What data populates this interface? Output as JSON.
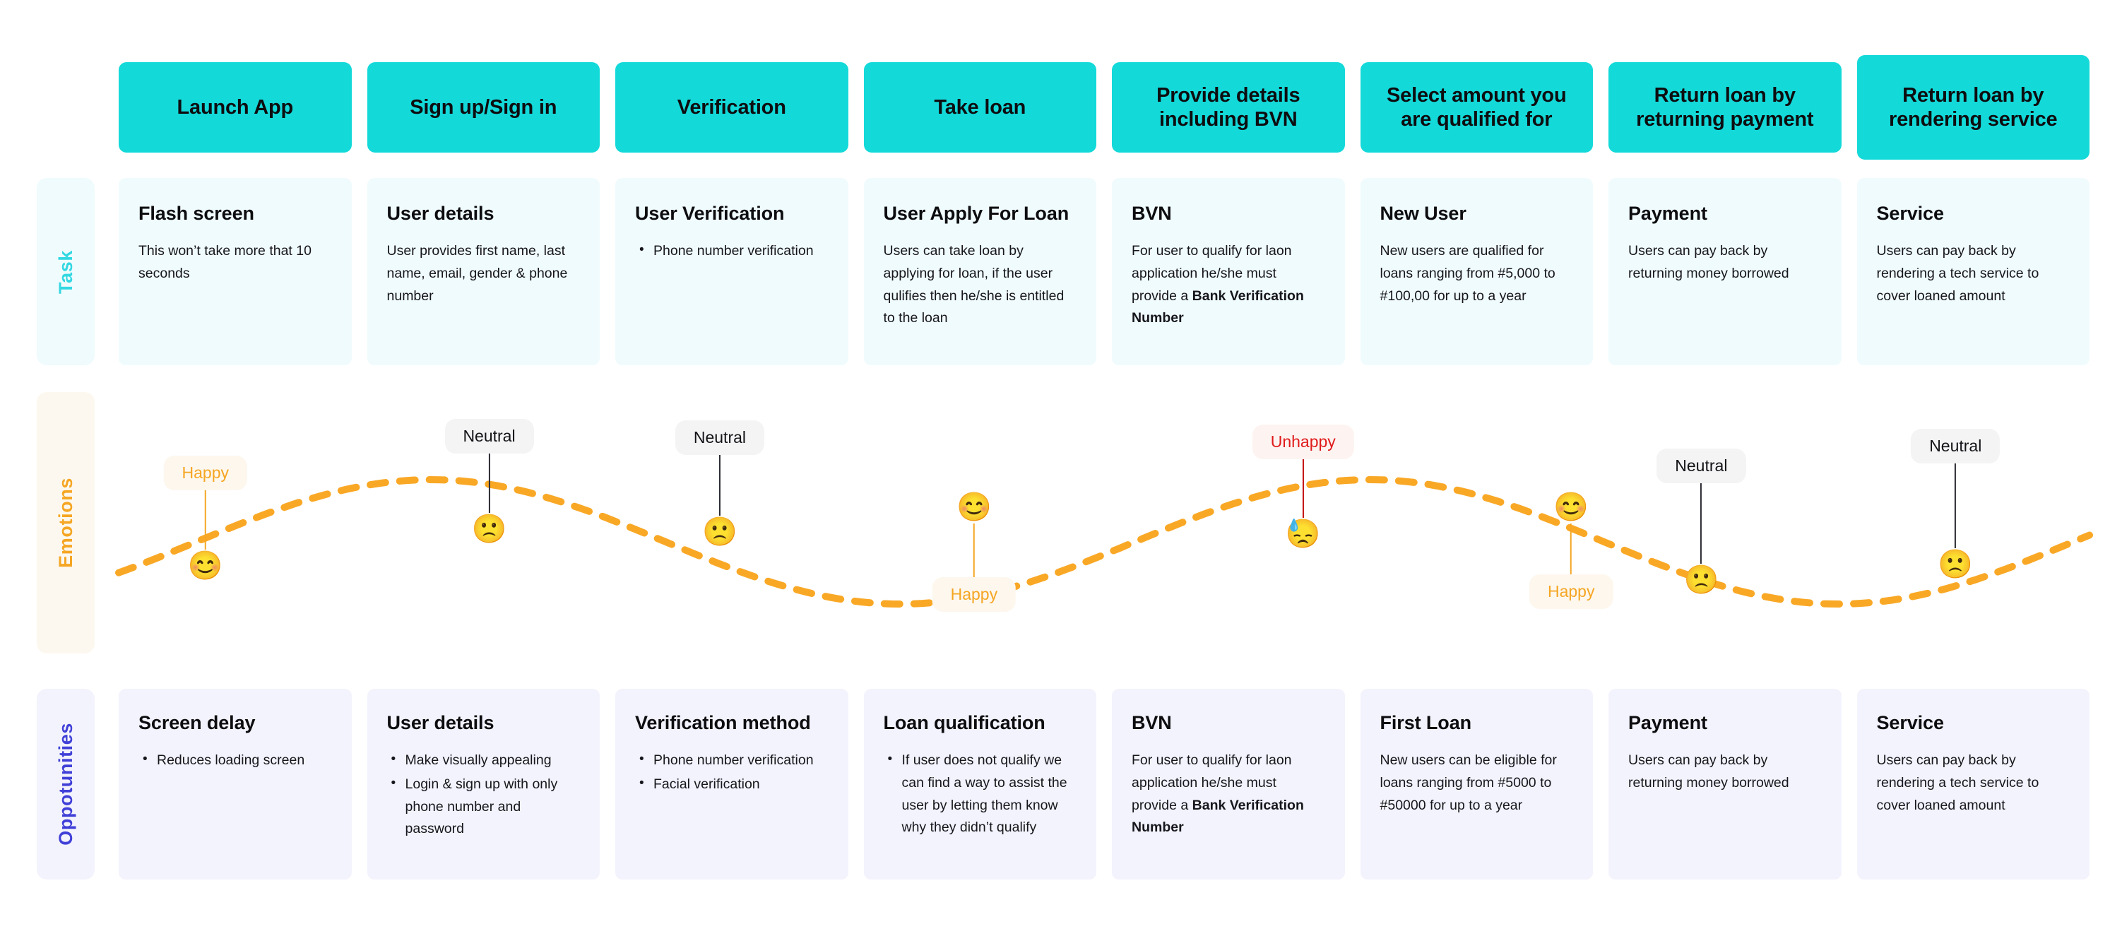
{
  "rail": {
    "task_label": "Task",
    "emotions_label": "Emotions",
    "opportunities_label": "Oppotunities",
    "task_color": "#32d8e2",
    "emotions_color": "#f5a623",
    "opportunities_color": "#4040d8"
  },
  "stages": [
    {
      "label": "Launch App"
    },
    {
      "label": "Sign up/Sign in"
    },
    {
      "label": "Verification"
    },
    {
      "label": "Take loan"
    },
    {
      "label": "Provide details including BVN"
    },
    {
      "label": "Select amount you are qualified for"
    },
    {
      "label": "Return loan by returning payment"
    },
    {
      "label": "Return loan by rendering service"
    }
  ],
  "tasks": [
    {
      "title": "Flash screen",
      "body": "This won’t take more that 10 seconds",
      "bullets": []
    },
    {
      "title": "User details",
      "body": "User provides first name, last name, email, gender & phone number",
      "bullets": []
    },
    {
      "title": "User Verification",
      "body": "",
      "bullets": [
        "Phone number verification"
      ]
    },
    {
      "title": "User Apply For Loan",
      "body": "Users can take loan by applying for loan, if the user qulifies then he/she is entitled to the loan",
      "bullets": []
    },
    {
      "title": "BVN",
      "body_prefix": "For user to qualify for laon application he/she must provide a ",
      "body_bold": "Bank Verification Number",
      "body": "",
      "bullets": []
    },
    {
      "title": "New User",
      "body": "New users are qualified for loans ranging from #5,000 to #100,00 for up to a year",
      "bullets": []
    },
    {
      "title": "Payment",
      "body": "Users can pay back by returning money borrowed",
      "bullets": []
    },
    {
      "title": "Service",
      "body": "Users can pay back by rendering a tech service to cover loaned amount",
      "bullets": []
    }
  ],
  "opportunities": [
    {
      "title": "Screen delay",
      "body": "",
      "bullets": [
        "Reduces loading screen"
      ]
    },
    {
      "title": "User details",
      "body": "",
      "bullets": [
        "Make visually appealing",
        "Login & sign up with only phone number and password"
      ]
    },
    {
      "title": "Verification method",
      "body": "",
      "bullets": [
        "Phone number verification",
        "Facial verification"
      ]
    },
    {
      "title": "Loan qualification",
      "body": "",
      "bullets": [
        "If user does not qualify we can find a way to assist the user by letting them know why they didn’t qualify"
      ]
    },
    {
      "title": "BVN",
      "body_prefix": "For user to qualify for laon application he/she must provide a ",
      "body_bold": "Bank Verification Number",
      "body": "",
      "bullets": []
    },
    {
      "title": "First Loan",
      "body": "New users can be eligible for loans ranging from #5000 to #50000 for up to a year",
      "bullets": []
    },
    {
      "title": "Payment",
      "body": "Users can pay back by returning money borrowed",
      "bullets": []
    },
    {
      "title": "Service",
      "body": "Users can pay back by rendering a tech service to cover loaned amount",
      "bullets": []
    }
  ],
  "chart_data": {
    "type": "line",
    "title": "Emotions",
    "xlabel": "",
    "ylabel": "",
    "grid": false,
    "legend": "none",
    "curve_style": "dashed",
    "curve_color": "#f9a826",
    "categories": [
      "Launch App",
      "Sign up/Sign in",
      "Verification",
      "Take loan",
      "Provide details including BVN",
      "Select amount you are qualified for",
      "Return loan by returning payment",
      "Return loan by rendering service"
    ],
    "values": [
      1,
      0,
      0,
      1,
      -1,
      1,
      0,
      0
    ],
    "value_labels": [
      "Happy",
      "Neutral",
      "Neutral",
      "Happy",
      "Unhappy",
      "Happy",
      "Neutral",
      "Neutral"
    ],
    "ylim": [
      -1,
      1
    ],
    "points": [
      {
        "x_pct": 4.4,
        "emotion": "Happy",
        "emoji": "😊",
        "label_position": "above",
        "emoji_top": 230,
        "pill_top": 90,
        "color": "#f5a623"
      },
      {
        "x_pct": 18.8,
        "emotion": "Neutral",
        "emoji": "🙁",
        "label_position": "above",
        "emoji_top": 178,
        "pill_top": 38,
        "color": "#2b2b33"
      },
      {
        "x_pct": 30.5,
        "emotion": "Neutral",
        "emoji": "🙁",
        "label_position": "above",
        "emoji_top": 182,
        "pill_top": 40,
        "color": "#2b2b33"
      },
      {
        "x_pct": 43.4,
        "emotion": "Happy",
        "emoji": "😊",
        "label_position": "below",
        "emoji_top": 140,
        "pill_top": 272,
        "color": "#f5a623"
      },
      {
        "x_pct": 60.1,
        "emotion": "Unhappy",
        "emoji": "😓",
        "label_position": "above",
        "emoji_top": 185,
        "pill_top": 46,
        "color": "#c41212"
      },
      {
        "x_pct": 73.7,
        "emotion": "Happy",
        "emoji": "😊",
        "label_position": "below",
        "emoji_top": 140,
        "pill_top": 268,
        "color": "#f5a623"
      },
      {
        "x_pct": 80.3,
        "emotion": "Neutral",
        "emoji": "🙁",
        "label_position": "above",
        "emoji_top": 250,
        "pill_top": 80,
        "color": "#2b2b33"
      },
      {
        "x_pct": 93.2,
        "emotion": "Neutral",
        "emoji": "🙁",
        "label_position": "above",
        "emoji_top": 228,
        "pill_top": 52,
        "color": "#2b2b33"
      }
    ]
  }
}
